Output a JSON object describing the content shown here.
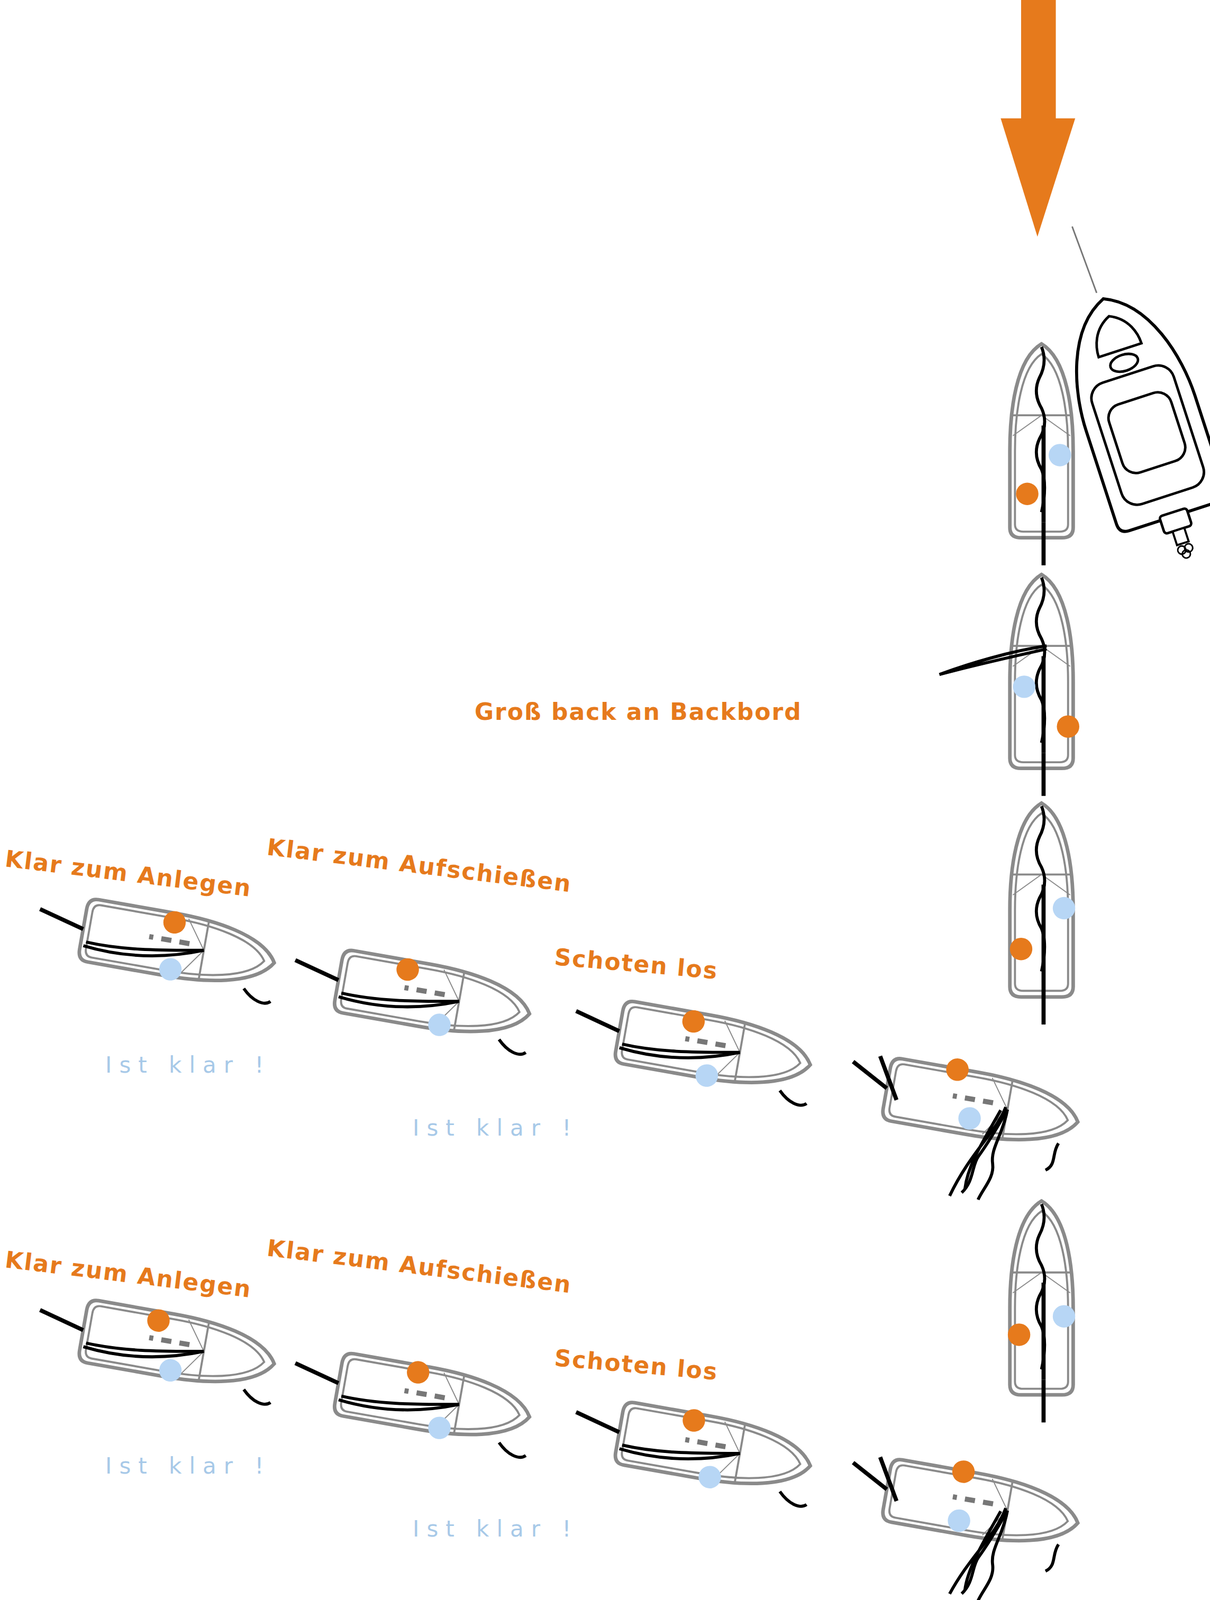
{
  "diagram": {
    "labels": [
      "Groß back an Backbord",
      "Klar zum Anlegen",
      "Klar zum Aufschießen",
      "Schoten los",
      "Ist klar !",
      "Ist klar !",
      "Klar zum Anlegen",
      "Klar zum Aufschießen",
      "Schoten los",
      "Ist klar !",
      "Ist klar !"
    ]
  }
}
